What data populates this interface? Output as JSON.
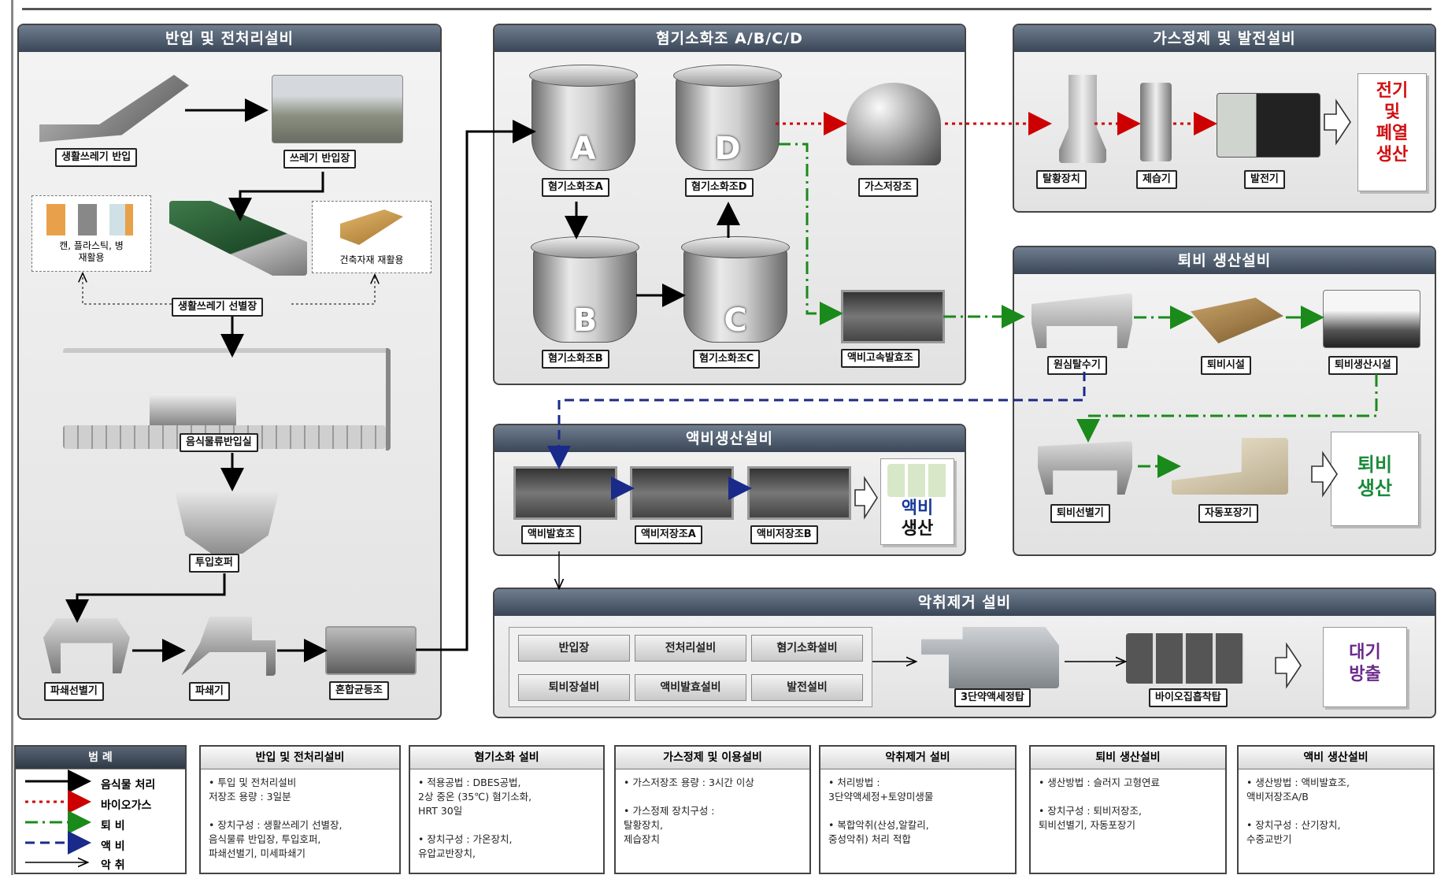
{
  "panels": {
    "intake": "반입 및 전처리설비",
    "digest": "혐기소화조 A/B/C/D",
    "gas": "가스정제 및 발전설비",
    "compost": "퇴비 생산설비",
    "liquid": "액비생산설비",
    "odor": "악취제거 설비"
  },
  "intake": {
    "truck_label": "생활쓰레기 반입",
    "dump_label": "쓰레기 반입장",
    "recycle_can": "캔, 플라스틱, 병\n재활용",
    "recycle_building": "건축자재 재활용",
    "sorting_label": "생활쓰레기 선별장",
    "food_room_label": "음식물류반입실",
    "hopper_label": "투입호퍼",
    "sorter_label": "파쇄선별기",
    "crusher_label": "파쇄기",
    "mixer_label": "혼합균등조"
  },
  "digest": {
    "tankA": "혐기소화조A",
    "tankB": "혐기소화조B",
    "tankC": "혐기소화조C",
    "tankD": "혐기소화조D",
    "letterA": "A",
    "letterB": "B",
    "letterC": "C",
    "letterD": "D",
    "gas_storage": "가스저장조",
    "fast_ferment": "액비고속발효조"
  },
  "gas": {
    "desulf": "탈황장치",
    "dehum": "제습기",
    "generator": "발전기",
    "output": "전기\n및\n폐열\n생산"
  },
  "compost": {
    "centrifuge": "원심탈수기",
    "facility": "퇴비시설",
    "production": "퇴비생산시설",
    "sorter": "퇴비선별기",
    "packer": "자동포장기",
    "output": "퇴비\n생산"
  },
  "liquid": {
    "ferment": "액비발효조",
    "storeA": "액비저장조A",
    "storeB": "액비저장조B",
    "output_line1": "액비",
    "output_line2": "생산"
  },
  "odor": {
    "buttons": [
      "반입장",
      "전처리설비",
      "혐기소화설비",
      "퇴비장설비",
      "액비발효설비",
      "발전설비"
    ],
    "scrubber": "3단약액세정탑",
    "bio": "바이오집흡착탑",
    "output": "대기\n방출"
  },
  "legend": {
    "title": "범 례",
    "items": [
      {
        "label": "음식물 처리",
        "color": "#000000",
        "style": "solid-bold"
      },
      {
        "label": "바이오가스",
        "color": "#cc0000",
        "style": "dotted"
      },
      {
        "label": "퇴        비",
        "color": "#1a8a1a",
        "style": "dashdot"
      },
      {
        "label": "액        비",
        "color": "#1a2a8a",
        "style": "dashed"
      },
      {
        "label": "악        취",
        "color": "#000000",
        "style": "thin"
      }
    ]
  },
  "notes": [
    {
      "title": "반입 및 전처리설비",
      "body": "• 투입 및 전처리설비\n  저장조 용량 : 3일분\n\n• 장치구성 : 생활쓰레기 선별장,\n  음식물류 반입장, 투입호퍼,\n  파쇄선별기, 미세파쇄기"
    },
    {
      "title": "혐기소화 설비",
      "body": "• 적용공법 : DBES공법,\n  2상 중온 (35℃) 혐기소화,\n  HRT 30일\n\n• 장치구성 : 가온장치,\n  유압교반장치,"
    },
    {
      "title": "가스정제 및 이용설비",
      "body": "• 가스저장조 용량 : 3시간 이상\n\n• 가스정제 장치구성 :\n  탈황장치,\n  제습장치"
    },
    {
      "title": "악취제거 설비",
      "body": "• 처리방법 :\n  3단약액세정+토양미생물\n\n• 복합악취(산성,알칼리,\n  중성악취) 처리 적합"
    },
    {
      "title": "퇴비 생산설비",
      "body": "• 생산방법 : 슬러지 고형연료\n\n• 장치구성 : 퇴비저장조,\n  퇴비선별기, 자동포장기"
    },
    {
      "title": "액비 생산설비",
      "body": "• 생산방법 : 액비발효조,\n  액비저장조A/B\n\n• 장치구성 : 산기장치,\n  수중교반기"
    }
  ]
}
